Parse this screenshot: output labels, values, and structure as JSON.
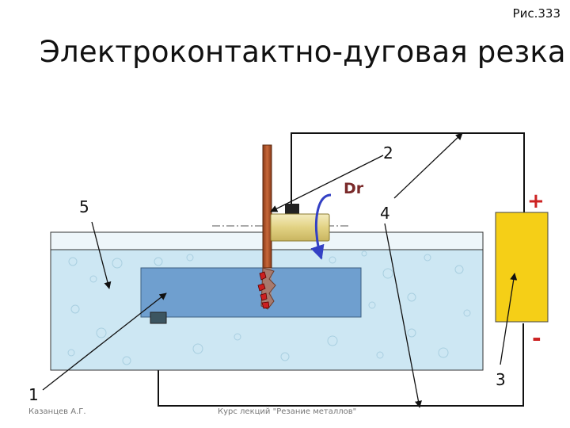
{
  "figure_label": "Рис.333",
  "title": "Электроконтактно-дуговая резка",
  "labels": {
    "l1": "1",
    "l2": "2",
    "l3": "3",
    "l4": "4",
    "l5": "5",
    "rotation": "Dr",
    "plus": "+",
    "minus": "-"
  },
  "footer": {
    "author": "Казанцев А.Г.",
    "course": "Курс лекций \"Резание металлов\""
  },
  "colors": {
    "water": "#cde7f3",
    "workpiece": "#6f9fcf",
    "electrode": "#b9562a",
    "holder": "#e7d88e",
    "source": "#f5cf17",
    "arrow_blue": "#3340c4",
    "sign_red": "#cc2222"
  }
}
